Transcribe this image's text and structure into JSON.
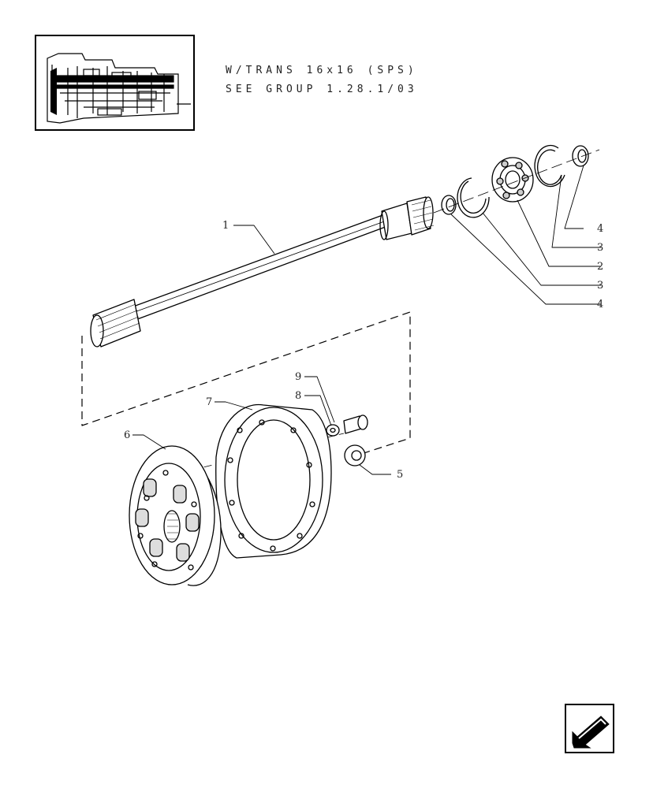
{
  "header_note": {
    "line1": "W/TRANS 16x16 (SPS)",
    "line2": "SEE GROUP 1.28.1/03"
  },
  "callouts": {
    "shaft": "1",
    "bearing": "2",
    "snap_ring_outer": "3",
    "snap_ring_inner": "3",
    "circlip_outer": "4",
    "circlip_inner": "4",
    "washer": "5",
    "damper_disc": "6",
    "flywheel_ring": "7",
    "lock_washer": "8",
    "bolt": "9"
  },
  "icons": {
    "nav": "back-arrow-icon"
  }
}
